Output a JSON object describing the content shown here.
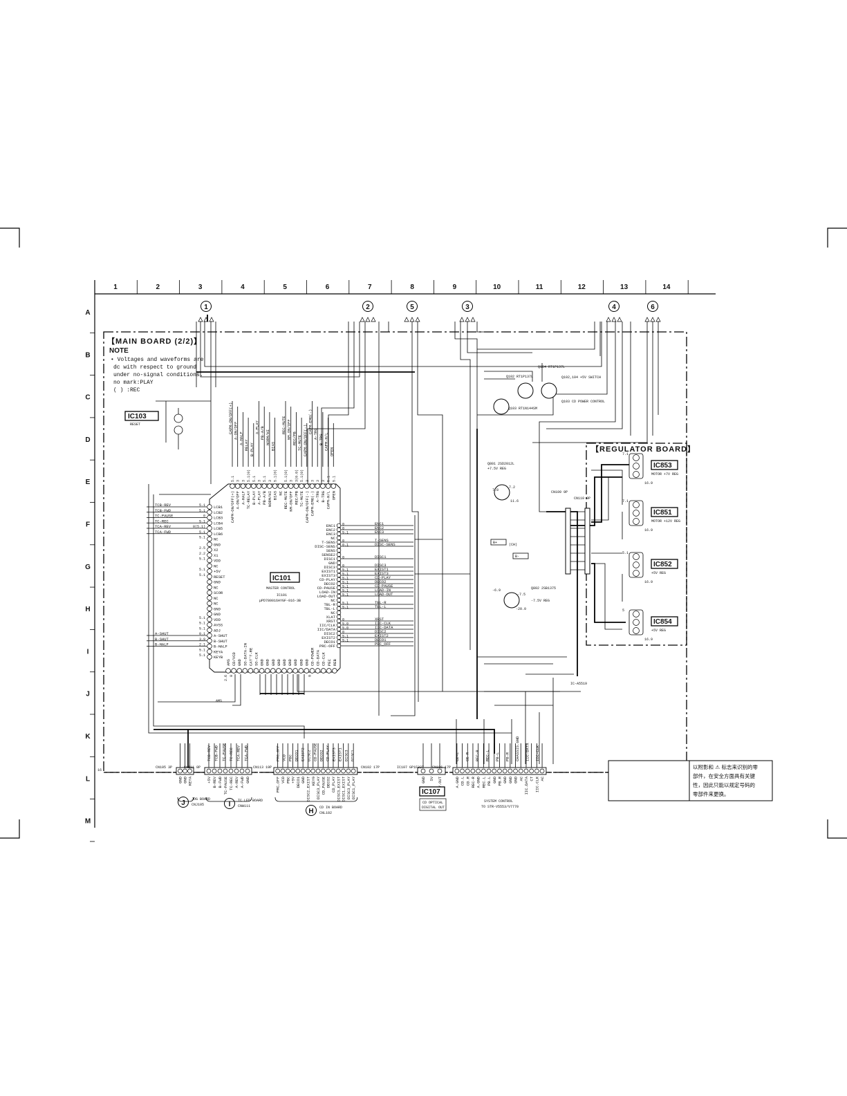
{
  "grid": {
    "columns": [
      "1",
      "2",
      "3",
      "4",
      "5",
      "6",
      "7",
      "8",
      "9",
      "10",
      "11",
      "12",
      "13",
      "14"
    ],
    "rows": [
      "A",
      "B",
      "C",
      "D",
      "E",
      "F",
      "G",
      "H",
      "I",
      "J",
      "K",
      "L",
      "M"
    ]
  },
  "page_number": "16",
  "main_board": {
    "title": "【MAIN BOARD (2/2)】",
    "note_title": "NOTE",
    "note_lines": [
      "• Voltages and waveforms are",
      "dc with respect to ground",
      "under no-signal conditions.",
      "no mark:PLAY",
      "(    ) :REC"
    ]
  },
  "regulator_board": {
    "title": "【REGULATOR BOARD】"
  },
  "callouts": [
    "1",
    "2",
    "5",
    "3",
    "4",
    "6"
  ],
  "ic103": {
    "name": "IC103",
    "desc": "RESET"
  },
  "ic101": {
    "name": "IC101",
    "desc": "MASTER CONTROL",
    "ref": "IC101",
    "part": "µPD780016AYGF-016-3B",
    "left_pins": [
      {
        "n": "LCB1",
        "v": "5.1",
        "w": "TCB-REV"
      },
      {
        "n": "LCB2",
        "v": "5.1",
        "w": "TCB-FWD"
      },
      {
        "n": "LCB3",
        "v": "0",
        "w": "TC-PAUSE"
      },
      {
        "n": "LCB4",
        "v": "5.1",
        "w": "TC-REC"
      },
      {
        "n": "LCB5",
        "v": "0(5.1)",
        "w": "TCA-REV"
      },
      {
        "n": "LCB6",
        "v": "5.1",
        "w": "TCA-FWD"
      },
      {
        "n": "NC",
        "v": "5.1"
      },
      {
        "n": "GND"
      },
      {
        "n": "X2",
        "v": "2.5"
      },
      {
        "n": "X1",
        "v": "2.2"
      },
      {
        "n": "VDD",
        "v": "5.1"
      },
      {
        "n": "NC"
      },
      {
        "n": "+5V",
        "v": "5.1"
      },
      {
        "n": "RESET",
        "v": "5.1"
      },
      {
        "n": "GND"
      },
      {
        "n": "NC"
      },
      {
        "n": "SCOR"
      },
      {
        "n": "NC"
      },
      {
        "n": "NC"
      },
      {
        "n": "GND"
      },
      {
        "n": "GND"
      },
      {
        "n": "VDD",
        "v": "5.1"
      },
      {
        "n": "AVSS",
        "v": "5.1"
      },
      {
        "n": "ADJ",
        "v": "5.1"
      },
      {
        "n": "A-SHUT",
        "v": "0.1",
        "w": "A-SHUT"
      },
      {
        "n": "B-SHUT",
        "v": "3.9",
        "w": "B-SHUT"
      },
      {
        "n": "B-HALF",
        "v": "2.1",
        "w": "B-HALF"
      },
      {
        "n": "KEYA",
        "v": "5.1"
      },
      {
        "n": "KEYB",
        "v": "5.1"
      }
    ],
    "right_pins": [
      {
        "n": "ENC1",
        "v": "0",
        "w": "ENC1"
      },
      {
        "n": "ENC2",
        "v": "0",
        "w": "ENC2"
      },
      {
        "n": "ENC3",
        "v": "5.1",
        "w": "ENC3"
      },
      {
        "n": "NC"
      },
      {
        "n": "T-SENS",
        "v": "0",
        "w": "T-SENS"
      },
      {
        "n": "DISC-SENS",
        "v": "0.1",
        "w": "DISC-SENS"
      },
      {
        "n": "SENS"
      },
      {
        "n": "SENSE2"
      },
      {
        "n": "DISC1",
        "v": "0",
        "w": "DISC1"
      },
      {
        "n": "GND"
      },
      {
        "n": "DISC3",
        "v": "0",
        "w": "DISC3"
      },
      {
        "n": "EXIST1",
        "v": "5.1",
        "w": "EXIST1"
      },
      {
        "n": "EXIST3",
        "v": "5.1",
        "w": "EXIST3"
      },
      {
        "n": "CD-PLAY",
        "v": "5.1",
        "w": "CD-PLAY"
      },
      {
        "n": "DECO2",
        "v": "5.1",
        "w": "DECO2"
      },
      {
        "n": "CD-PAUSE",
        "v": "5.1",
        "w": "CD-PAUSE"
      },
      {
        "n": "LOAD-IN",
        "v": "5.1",
        "w": "LOAD-IN"
      },
      {
        "n": "LOAD-OUT",
        "v": "5.1",
        "w": "LOAD-OUT"
      },
      {
        "n": "NC"
      },
      {
        "n": "TBL-R",
        "v": "5.1",
        "w": "TBL-R"
      },
      {
        "n": "TBL-L",
        "v": "5.1",
        "w": "TBL-L"
      },
      {
        "n": "NC"
      },
      {
        "n": "XLAT"
      },
      {
        "n": "XRST",
        "v": "0",
        "w": "XRST"
      },
      {
        "n": "IIC/CLK",
        "v": "5.0",
        "w": "IIC-CLK"
      },
      {
        "n": "IIC/DATA",
        "v": "5.0",
        "w": "IIC-DATA"
      },
      {
        "n": "DISC2",
        "v": "0",
        "w": "DISC2"
      },
      {
        "n": "EXIST2",
        "v": "5.1",
        "w": "EXIST2"
      },
      {
        "n": "DECO1",
        "v": "5.1",
        "w": "DECO1"
      },
      {
        "n": "PRC-OFF",
        "w": "PRC_OFF"
      }
    ],
    "top_pins": [
      {
        "n": "CAPM-ON/OFF(+)",
        "v": "5.1",
        "w": "CAPM-ON/OFF(+)"
      },
      {
        "n": "A-ON/OFF",
        "v": "3",
        "w": "A-ON/OFF"
      },
      {
        "n": "A-HALF",
        "v": "3",
        "w": "A-HALF"
      },
      {
        "n": "TC-RELAY",
        "v": "5.1(0)",
        "w": "RELAY"
      },
      {
        "n": "B-PLAY",
        "v": "5.1",
        "w": "B-PLAY"
      },
      {
        "n": "A-PLAY",
        "v": "3",
        "w": "A-PLAY"
      },
      {
        "n": "PB-A/B",
        "v": "5.1",
        "w": "PB-A/B"
      },
      {
        "n": "NORM/HI",
        "v": "3",
        "w": "NORM/HI"
      },
      {
        "n": "BIAS",
        "v": "5.1(0)",
        "w": "BIAS"
      },
      {
        "n": "NC"
      },
      {
        "n": "REC-MUTE",
        "v": "5.1(0)",
        "w": "REC-MUTE"
      },
      {
        "n": "NM-ON/OFF",
        "v": "3",
        "w": "NM-ON/OFF"
      },
      {
        "n": "REC/PB",
        "v": "3(0.0)",
        "w": "REC/PB"
      },
      {
        "n": "TC-MUTE",
        "v": "5.1(0)",
        "w": "TC-MUTE"
      },
      {
        "n": "CAPM-ON/OFF(-)",
        "v": "3",
        "w": "CAPM-ON/OFF(-)"
      },
      {
        "n": "CAPM-EMG(-)",
        "v": "3",
        "w": "CAPM-EMG(-)"
      },
      {
        "n": "A-TRG",
        "v": "3",
        "w": "A-TRG"
      },
      {
        "n": "B-TRG",
        "v": "3",
        "w": "B-TRG"
      },
      {
        "n": "CAPM-H/L",
        "v": "5.1",
        "w": "CAPM-H/L"
      },
      {
        "n": "OPEN",
        "v": "5.1",
        "w": "OPEN"
      }
    ],
    "bottom_pins": [
      {
        "n": "AMS",
        "v": "2.6"
      },
      {
        "n": "CD/VCD",
        "v": "0"
      },
      {
        "n": "GND"
      },
      {
        "n": "SO-DATA-IN"
      },
      {
        "n": "CAT'T-RE"
      },
      {
        "n": "SO-CLK"
      },
      {
        "n": "GND"
      },
      {
        "n": "GND"
      },
      {
        "n": "GND"
      },
      {
        "n": "GND"
      },
      {
        "n": "GND"
      },
      {
        "n": "GND"
      },
      {
        "n": "GND"
      },
      {
        "n": "GND"
      },
      {
        "n": "GND"
      },
      {
        "n": "CD-POWER",
        "v": "0"
      },
      {
        "n": "CD-DATA"
      },
      {
        "n": "CD-CLK"
      },
      {
        "n": "PEC"
      },
      {
        "n": "REB"
      }
    ]
  },
  "regulators": [
    {
      "name": "IC853",
      "desc": "MOTOR +7V REG",
      "vin": "16.9",
      "vout": "7.1"
    },
    {
      "name": "IC851",
      "desc": "MOTOR +12V REG",
      "vin": "16.9",
      "vout": "7.1"
    },
    {
      "name": "IC852",
      "desc": "+5V REG",
      "vin": "16.9",
      "vout": "5.1"
    },
    {
      "name": "IC854",
      "desc": "+5V REG",
      "vin": "16.9",
      "vout": "5"
    }
  ],
  "transistors": {
    "q102": "Q102 RT1P137L",
    "q104": "Q104 RT1P137L",
    "q102_104_desc": "Q102,104 +5V SWITCH",
    "q103_desc": "Q103 CD POWER CONTROL",
    "q103": "Q103 RT1N144SM",
    "q801": "Q801 2SD2012L",
    "q801_desc": "+7.5V REG",
    "q802": "Q802 2SB1375",
    "q802_desc": "-7.5V REG",
    "q801_v": [
      "7.8",
      "7.2",
      "11.6"
    ],
    "q802_v": [
      "-6.9",
      "-7.5",
      "-20.0"
    ]
  },
  "misc_labels": {
    "amd": "AMS",
    "ic_as": "IC-A5519",
    "bplus": "B+",
    "bminus": "B-",
    "cn110": "CN110 9P",
    "cn109": "CN109 9P",
    "ch": "(CH)"
  },
  "connectors": {
    "j": {
      "ref": "CN105 3P",
      "pins": [
        "GND",
        "GND",
        "KEYA"
      ],
      "board": "JOG BOARD",
      "board_ref": "CNJ105",
      "letter": "J"
    },
    "i": {
      "ref": "CN111 8P",
      "pins": [
        "+5V",
        "B-REV",
        "B-FWD",
        "TC-PAUSE",
        "TC-REC",
        "A-REV",
        "A-FWD",
        "GND"
      ],
      "wires": [
        "TCB-REV",
        "TCB-FWD",
        "TC-PAUSE",
        "TC-REC",
        "TCA-REV",
        "TCA-FWD"
      ],
      "board": "TC LED BOARD",
      "board_ref": "CNW111",
      "letter": "I"
    },
    "h": {
      "ref": "CN113 19P",
      "pins": [
        "PRC_OFF",
        "VCD",
        "PBC",
        "+5V",
        "DECO1",
        "GND",
        "DISC2_EXIST",
        "KEY9",
        "DISC3_PLAY",
        "CD_PAUSE",
        "DECO2",
        "CD_PLAY",
        "DISC3_EXIST",
        "DISC1_EXIST",
        "DISC3_PLAY",
        "DISC1_PLAY"
      ],
      "wires": [
        "PRC_OFF",
        "VCD",
        "PBC",
        "DECO1",
        "EXIST2",
        "DISC2",
        "CD-PAUSE",
        "DECO2",
        "CD-PLAY",
        "EXIST3",
        "EXIST1",
        "DISC3",
        "DISC1"
      ],
      "board": "CD IN BOARD",
      "board_ref": "CNL102",
      "letter": "H",
      "ref2": "CN102 17P"
    },
    "ic107": {
      "ref": "IC107 GP1F32T",
      "pins": [
        "GND",
        "5V",
        "V.OUT"
      ],
      "name": "IC107",
      "desc1": "CD OPTICAL",
      "desc2": "DIGITAL OUT"
    },
    "sys": {
      "ref": "CN106 17P",
      "pins": [
        "A.GND",
        "CD.L",
        "CD.R",
        "REC-R",
        "A.GND",
        "REC.L",
        "PB.L",
        "GND",
        "PB.R",
        "GND",
        "GND",
        "GND",
        "AC",
        "IIC.DATA",
        "CT",
        "IIC.CLK",
        "AC"
      ],
      "wires": [
        "CE-L",
        "CE-R",
        "REC-R",
        "REC-L",
        "PB-L",
        "PB-R",
        "CHASSIS.GND",
        "IIC-DATA",
        "IIC-CLK"
      ],
      "title": "SYSTEM CONTROL",
      "sub": "TO STR-V5553/V7770"
    }
  },
  "chinese_note": [
    "以附影和 ⚠ 标志来识别的零",
    "部件，在安全方面具有关键",
    "性，因此只能以规定号码的",
    "零部件来更换。"
  ]
}
